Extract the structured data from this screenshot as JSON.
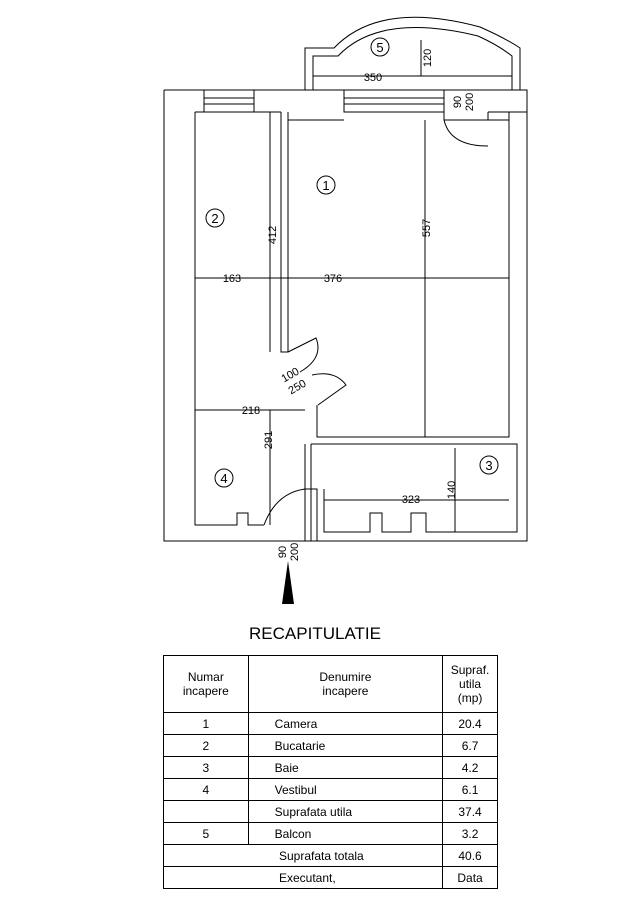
{
  "plan": {
    "rooms": [
      {
        "number": "1"
      },
      {
        "number": "2"
      },
      {
        "number": "3"
      },
      {
        "number": "4"
      },
      {
        "number": "5"
      }
    ],
    "dimensions": {
      "balcony_width": "350",
      "balcony_depth": "120",
      "door_top_w": "90",
      "door_top_h": "200",
      "room2_height": "412",
      "room1_height": "557",
      "room2_width": "163",
      "room1_width": "376",
      "door_mid_w": "100",
      "door_mid_h": "250",
      "room4_width": "218",
      "room4_height": "291",
      "room3_depth": "140",
      "room3_width": "323",
      "door_entry_w": "90",
      "door_entry_h": "200"
    }
  },
  "recap": {
    "title": "RECAPITULATIE",
    "headers": {
      "col1": [
        "Numar",
        "incapere"
      ],
      "col2": [
        "Denumire",
        "incapere"
      ],
      "col3": [
        "Supraf.",
        "utila",
        "(mp)"
      ]
    },
    "rows": [
      {
        "num": "1",
        "name": "Camera",
        "area": "20.4"
      },
      {
        "num": "2",
        "name": "Bucatarie",
        "area": "6.7"
      },
      {
        "num": "3",
        "name": "Baie",
        "area": "4.2"
      },
      {
        "num": "4",
        "name": "Vestibul",
        "area": "6.1"
      },
      {
        "num": "",
        "name": "Suprafata utila",
        "area": "37.4"
      },
      {
        "num": "5",
        "name": "Balcon",
        "area": "3.2"
      }
    ],
    "total": {
      "label": "Suprafata totala",
      "value": "40.6"
    },
    "footer": {
      "left": "Executant,",
      "right": "Data"
    }
  }
}
